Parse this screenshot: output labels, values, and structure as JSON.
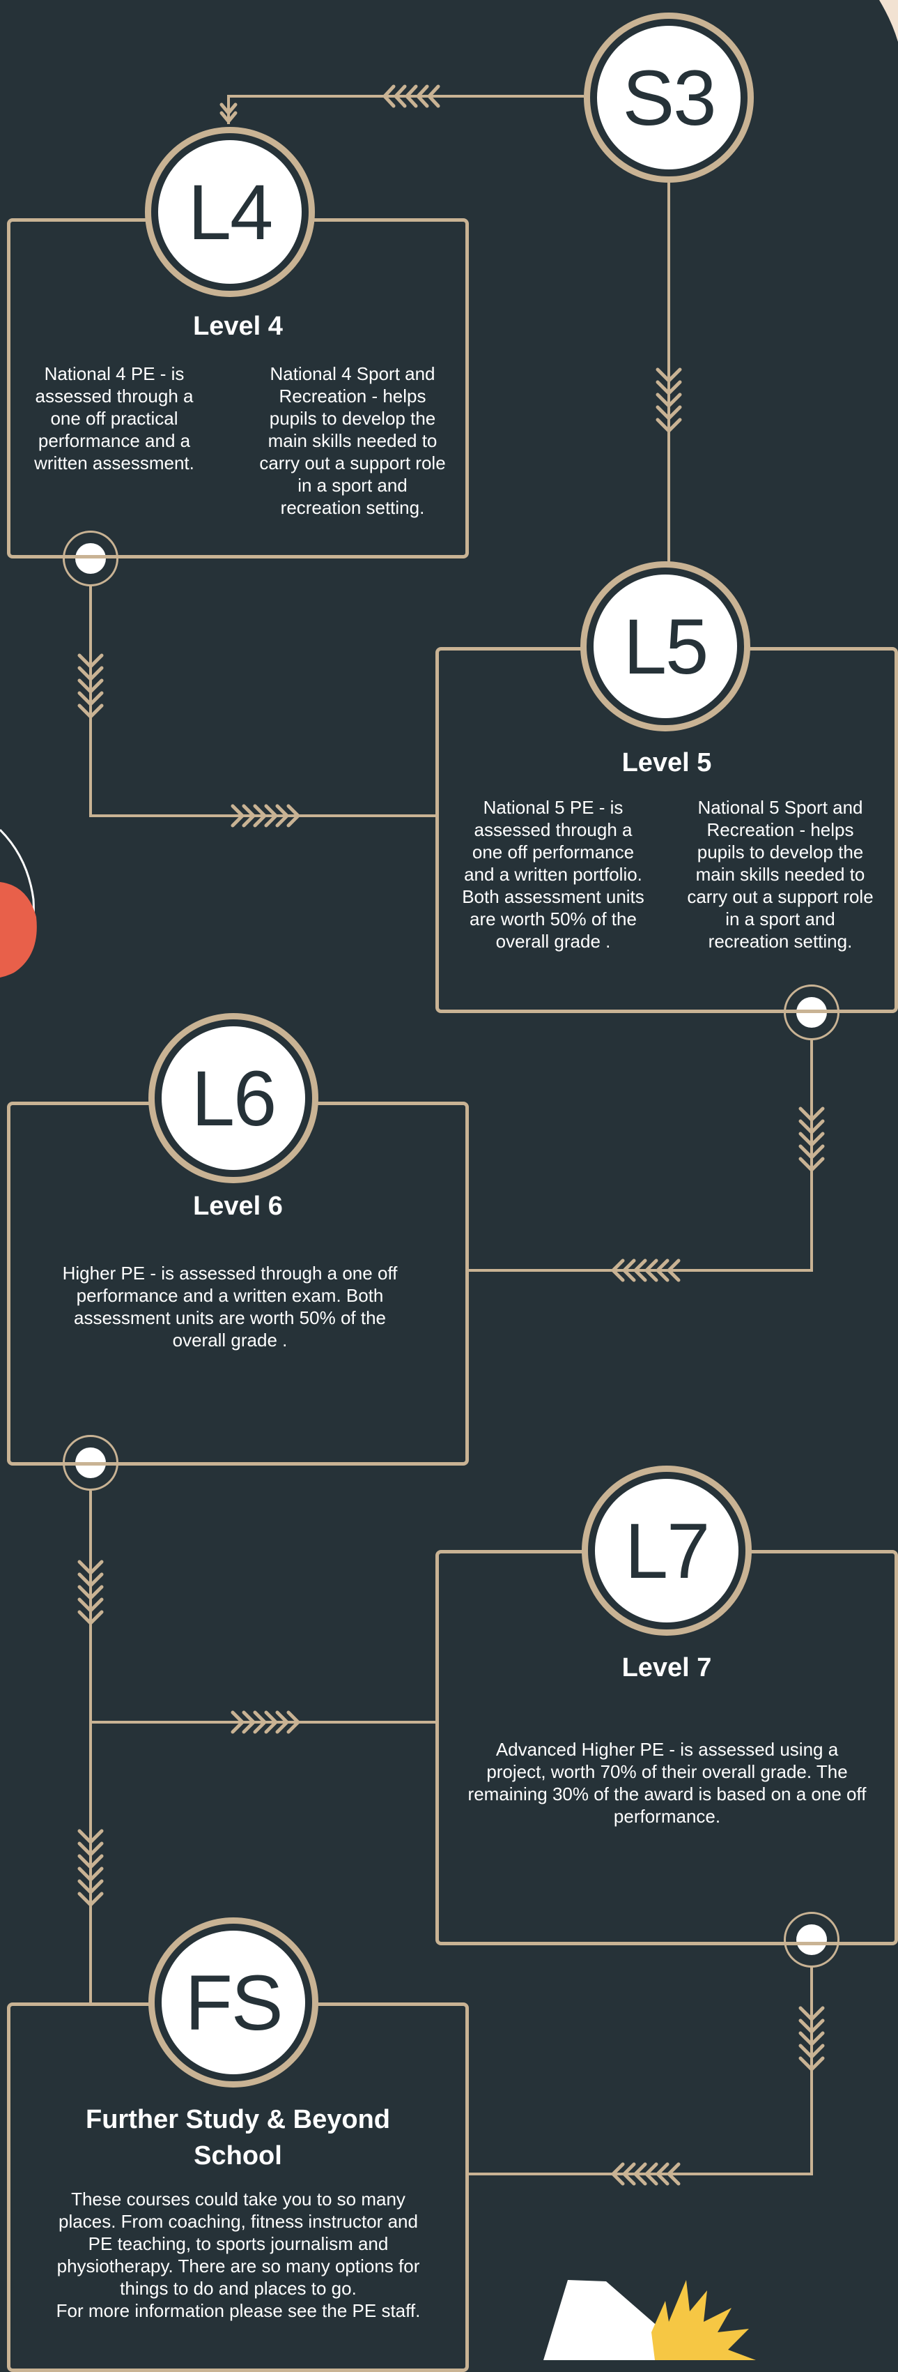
{
  "colors": {
    "background": "#263238",
    "accent": "#c9b394",
    "badge_fill": "#ffffff",
    "badge_text": "#263238",
    "orange_blob": "#e8604a",
    "star": "#f6c744"
  },
  "badges": {
    "s3": "S3",
    "l4": "L4",
    "l5": "L5",
    "l6": "L6",
    "l7": "L7",
    "fs": "FS"
  },
  "level4": {
    "title": "Level 4",
    "left_text": "National 4 PE - is assessed through a one off practical performance and a written assessment.",
    "right_text": "National 4 Sport and Recreation - helps pupils to develop the main skills needed to carry out a support role in a sport and recreation setting."
  },
  "level5": {
    "title": "Level 5",
    "left_text": "National 5 PE - is assessed through a one off performance and a written portfolio. Both assessment units are worth 50% of the overall grade .",
    "right_text": "National 5 Sport and Recreation - helps pupils to develop the main skills needed to carry out a support role in a sport and recreation setting."
  },
  "level6": {
    "title": "Level 6",
    "text": "Higher PE - is assessed through a one off performance and a written exam. Both assessment units are worth 50% of the overall grade ."
  },
  "level7": {
    "title": "Level 7",
    "text": "Advanced Higher PE - is assessed using a project, worth 70% of their overall grade. The remaining 30% of the award is based on a one off performance."
  },
  "further": {
    "title": "Further Study & Beyond School",
    "text": "These courses could take you to so many places. From coaching, fitness instructor and PE teaching, to sports journalism and physiotherapy. There are so many options for things to do and places to go.",
    "text2": "For more information please see the PE staff."
  }
}
